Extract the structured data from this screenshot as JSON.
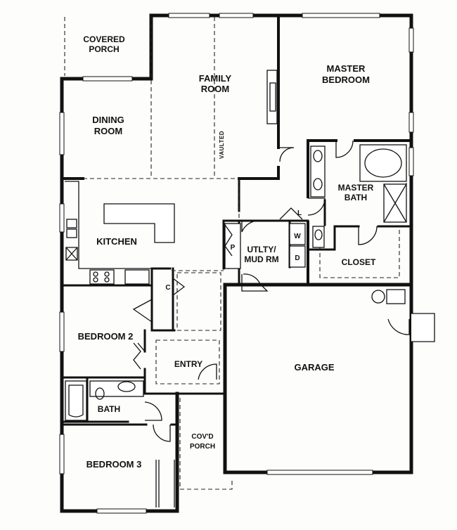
{
  "rooms": {
    "covered_porch": [
      "COVERED",
      "PORCH"
    ],
    "family_room": [
      "FAMILY",
      "ROOM"
    ],
    "vaulted": "VAULTED",
    "master_bedroom": [
      "MASTER",
      "BEDROOM"
    ],
    "dining_room": [
      "DINING",
      "ROOM"
    ],
    "master_bath": [
      "MASTER",
      "BATH"
    ],
    "kitchen": "KITCHEN",
    "pantry": "P",
    "linen": "L",
    "washer": "W",
    "dryer": "D",
    "utility": [
      "UTLTY/",
      "MUD RM"
    ],
    "closet": "CLOSET",
    "coat_closet": "C",
    "bedroom_2": "BEDROOM 2",
    "entry": "ENTRY",
    "garage": "GARAGE",
    "bath": "BATH",
    "covd_porch": [
      "COV'D",
      "PORCH"
    ],
    "bedroom_3": "BEDROOM 3"
  }
}
